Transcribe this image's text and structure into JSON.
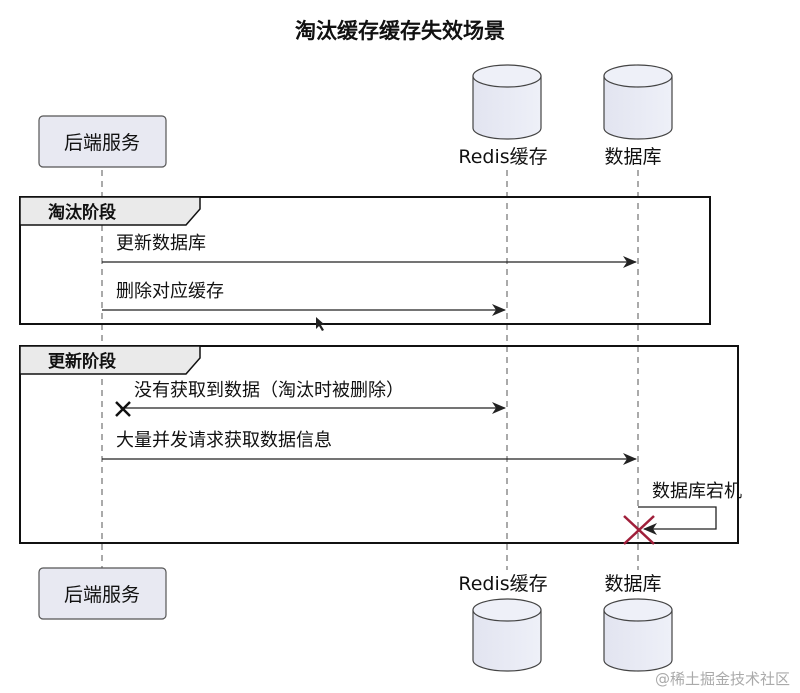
{
  "title": "淘汰缓存缓存失效场景",
  "participants": {
    "service": "后端服务",
    "redis": "Redis缓存",
    "db": "数据库"
  },
  "groups": {
    "evict": "淘汰阶段",
    "update": "更新阶段"
  },
  "messages": {
    "update_db": "更新数据库",
    "delete_cache": "删除对应缓存",
    "no_data": "没有获取到数据（淘汰时被删除）",
    "flood": "大量并发请求获取数据信息",
    "db_down": "数据库宕机"
  },
  "watermark": "@稀土掘金技术社区"
}
